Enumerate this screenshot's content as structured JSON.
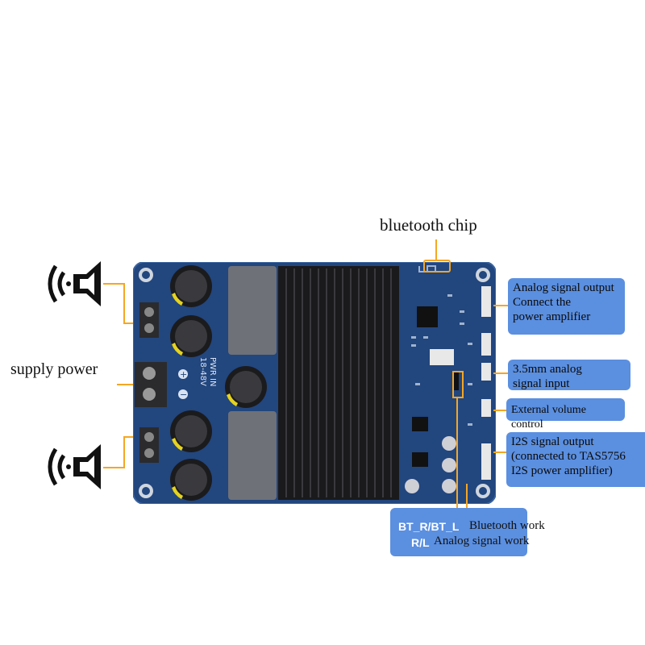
{
  "labels": {
    "bluetooth_chip": "bluetooth chip",
    "supply_power": "supply power",
    "analog_out": [
      "Analog signal output",
      "Connect the",
      "power amplifier"
    ],
    "analog_in": [
      "3.5mm analog",
      "signal input"
    ],
    "volume": "External volume control",
    "i2s": [
      "I2S signal output",
      "(connected to TAS5756",
      "I2S power amplifier)"
    ],
    "bt_switch_code1": "BT_R/BT_L",
    "bt_switch_code2": "R/L",
    "bt_work": "Bluetooth work",
    "analog_work": "Analog signal work"
  },
  "board_print": {
    "pwr": "PWR IN",
    "volt": "18-48V",
    "plus": "+",
    "minus": "−"
  },
  "colors": {
    "board": "#1f3f73",
    "heatsink": "#1c1c1e",
    "callout": "#5b8fe0",
    "leader": "#f5a623"
  },
  "icons": [
    "speaker-icon",
    "speaker-icon"
  ]
}
